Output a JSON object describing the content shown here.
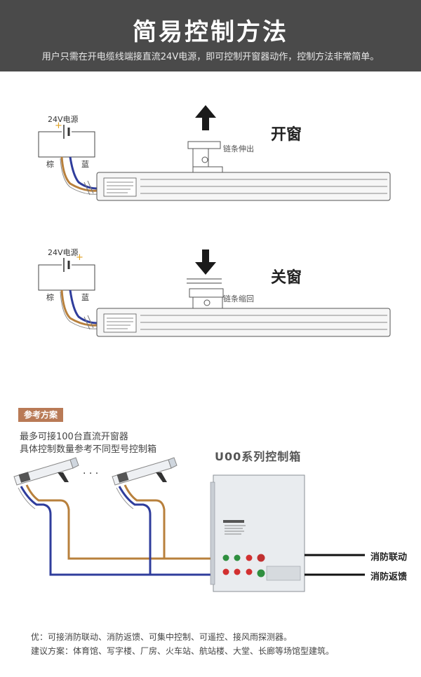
{
  "header": {
    "title": "简易控制方法",
    "subtitle": "用户只需在开电缆线端接直流24V电源，即可控制开窗器动作，控制方法非常简单。"
  },
  "open_section": {
    "power_label": "24V电源",
    "plus": "+",
    "brown": "棕",
    "blue": "蓝",
    "chain_label": "链条伸出",
    "action": "开窗",
    "arrow_icon": "arrow-up-icon"
  },
  "close_section": {
    "power_label": "24V电源",
    "plus": "+",
    "brown": "棕",
    "blue": "蓝",
    "chain_label": "链条缩回",
    "action": "关窗",
    "arrow_icon": "arrow-down-icon"
  },
  "scheme": {
    "badge": "参考方案",
    "line1": "最多可接100台直流开窗器",
    "line2": "具体控制数量参考不同型号控制箱",
    "ellipsis": "· · ·",
    "box_title": "U00系列控制箱",
    "fire_link": "消防联动",
    "fire_feedback": "消防返馈"
  },
  "footer": {
    "line1": "优：可接消防联动、消防返馈、可集中控制、可遥控、接风雨探测器。",
    "line2": "建议方案：体育馆、写字楼、厂房、火车站、航站楼、大堂、长廊等场馆型建筑。"
  },
  "colors": {
    "header_bg": "#4a4a4a",
    "badge_bg": "#b97a56",
    "brown_wire": "#b8803c",
    "blue_wire": "#2f3d9c",
    "plus_sign": "#e0a020"
  }
}
